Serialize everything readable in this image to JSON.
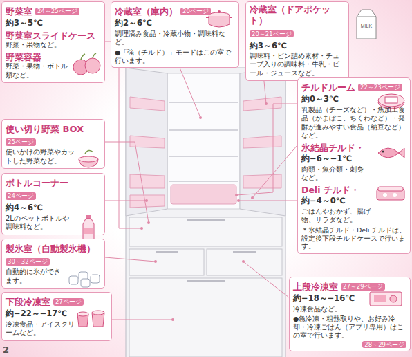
{
  "diagram": {
    "nodes": [
      {
        "text": [
          "野菜室",
          "24～25ページ",
          "約3～5℃",
          "野菜室スライドケース",
          "野菜・果物など。",
          "野菜容器",
          "野菜・果物・ボトル類など。"
        ]
      },
      {
        "text": [
          "使い切り野菜 BOX",
          "25ページ",
          "使いかけの野菜やカットした野菜など。"
        ]
      },
      {
        "text": [
          "ボトルコーナー",
          "24ページ",
          "約4～6℃",
          "2Lのペットボトルや調味料など。"
        ]
      },
      {
        "text": [
          "製氷室（自動製氷機）",
          "30～32ページ",
          "自動的に氷ができます。"
        ]
      },
      {
        "text": [
          "下段冷凍室",
          "27ページ",
          "約−22～−17℃",
          "冷凍食品・アイスクリームなど。"
        ]
      },
      {
        "text": [
          "冷蔵室（庫内）",
          "20ページ",
          "約2～6℃",
          "調理済み食品・冷蔵小物・調味料など。",
          "●「強（チルド）」モードはこの室で行います。"
        ]
      },
      {
        "text": [
          "冷蔵室（ドアポケット）",
          "20～21ページ",
          "約3～6℃",
          "調味料・ビン詰め素材・チューブ入りの調味料・牛乳・ビール・ジュースなど。"
        ]
      },
      {
        "text": [
          "チルドルーム",
          "22～23ページ",
          "約0～3℃",
          "乳製品（チーズなど）・魚加工食品（かまぼこ、ちくわなど）・発酵が進みやすい食品（納豆など）など。",
          "氷結晶チルド・",
          "約−6～−1℃",
          "肉類・魚介類・刺身など。",
          "Deli チルド・",
          "約−4～0℃",
          "ごはんやおかず、揚げ物、サラダなど。",
          "＊氷結晶チルド・Deli チルドは、設定後下段チルドケースで行います。"
        ]
      },
      {
        "text": [
          "上段冷凍室",
          "27～29ページ",
          "約−18～−16℃",
          "冷凍食品など。",
          "●急冷凍・粗熱取りや、お好み冷却・冷凍ごはん（アプリ専用）はこの室で行います。",
          "28～29ページ"
        ]
      }
    ],
    "labels": [
      "2",
      "MILK"
    ]
  }
}
